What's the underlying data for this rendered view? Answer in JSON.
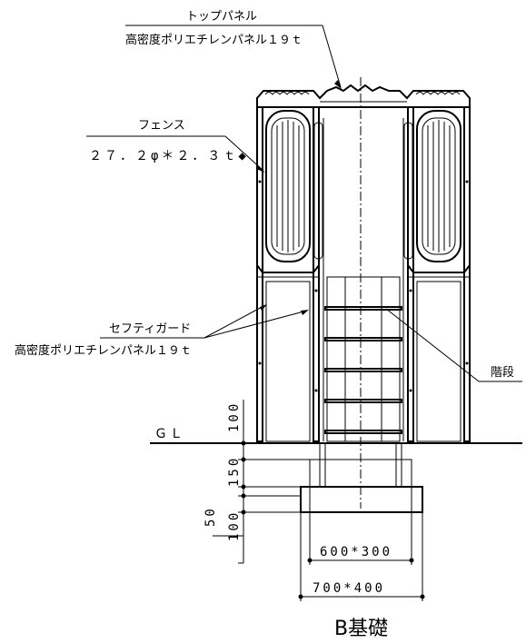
{
  "labels": {
    "top_panel": "トップパネル",
    "top_panel_material": "高密度ポリエチレンパネル１９ｔ",
    "fence": "フェンス",
    "fence_spec": "２７．２φ＊２．３ｔ◆",
    "safety_guard": "セフティガード",
    "safety_guard_material": "高密度ポリエチレンパネル１９ｔ",
    "stairs": "階段",
    "ground_level": "ＧＬ"
  },
  "dimensions": {
    "height_above_gl": "100",
    "footing_upper": "150",
    "footing_gap": "50",
    "footing_lower": "100",
    "inner_footing": "600*300",
    "outer_footing": "700*400"
  },
  "caption": "B基礎"
}
